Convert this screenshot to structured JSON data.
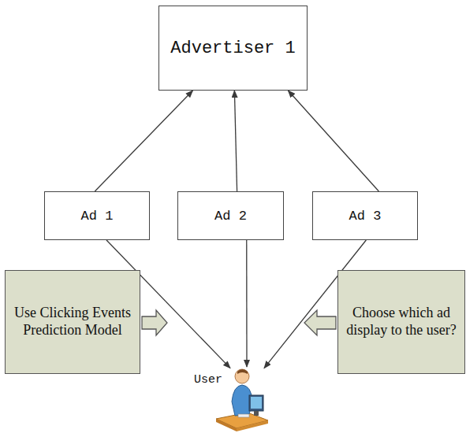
{
  "diagram": {
    "nodes": [
      {
        "text": [
          "Advertiser 1"
        ]
      },
      {
        "text": [
          "Ad 1"
        ]
      },
      {
        "text": [
          "Ad 2"
        ]
      },
      {
        "text": [
          "Ad 3"
        ]
      },
      {
        "text": [
          "Use Clicking Events Prediction Model"
        ]
      },
      {
        "text": [
          "Choose which ad display to the user?"
        ]
      },
      {
        "text": [
          "User"
        ]
      }
    ],
    "edges": [
      {
        "from": 1,
        "to": 0,
        "arrow": "to"
      },
      {
        "from": 2,
        "to": 0,
        "arrow": "to"
      },
      {
        "from": 3,
        "to": 0,
        "arrow": "to"
      },
      {
        "from": 1,
        "to": 6,
        "arrow": "to"
      },
      {
        "from": 2,
        "to": 6,
        "arrow": "to"
      },
      {
        "from": 3,
        "to": 6,
        "arrow": "to"
      }
    ]
  }
}
